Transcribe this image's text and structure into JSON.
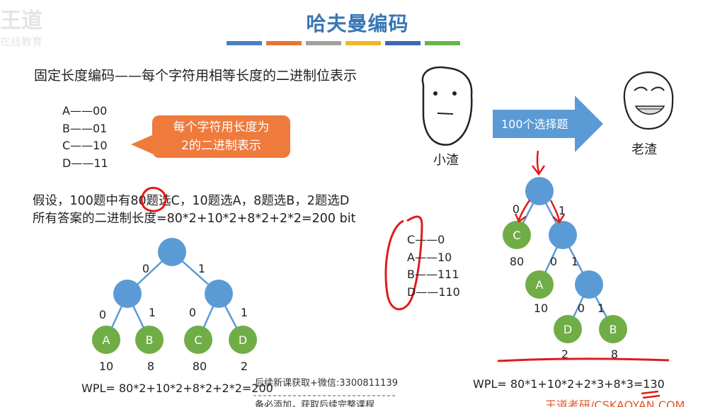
{
  "watermark": {
    "logo_text": "王道",
    "sub_text": "在线教育"
  },
  "title": "哈夫曼编码",
  "color_bars": [
    "#4a7fc1",
    "#e8752f",
    "#a0a0a0",
    "#f2b822",
    "#3f67b0",
    "#68b64a"
  ],
  "intro": "固定长度编码——每个字符用相等长度的二进制位表示",
  "fixed_codes": [
    "A——00",
    "B——01",
    "C——10",
    "D——11"
  ],
  "callout": {
    "line1": "每个字符用长度为",
    "line2": "2的二进制表示"
  },
  "assumption": "假设，100题中有80题选C，10题选A，8题选B，2题选D",
  "total_length": "所有答案的二进制长度=80*2+10*2+8*2+2*2=200 bit",
  "left_tree": {
    "edges": [
      "0",
      "1",
      "0",
      "1",
      "0",
      "1"
    ],
    "leaves": [
      {
        "label": "A",
        "weight": "10"
      },
      {
        "label": "B",
        "weight": "8"
      },
      {
        "label": "C",
        "weight": "80"
      },
      {
        "label": "D",
        "weight": "2"
      }
    ],
    "wpl": "WPL= 80*2+10*2+8*2+2*2=200"
  },
  "huffman_codes": [
    "C——0",
    "A——10",
    "B——111",
    "D——110"
  ],
  "characters": {
    "left_name": "小渣",
    "right_name": "老渣",
    "arrow_text": "100个选择题"
  },
  "right_tree": {
    "edges": [
      "0",
      "1",
      "0",
      "1",
      "0",
      "1"
    ],
    "leaves": [
      {
        "label": "C",
        "weight": "80"
      },
      {
        "label": "A",
        "weight": "10"
      },
      {
        "label": "D",
        "weight": "2"
      },
      {
        "label": "B",
        "weight": "8"
      }
    ],
    "wpl": "WPL= 80*1+10*2+2*3+8*3=130"
  },
  "footer": {
    "line1": "后续新课获取+微信:3300811139",
    "line2": "备必添加，获取后续完整课程"
  },
  "brand": "王道考研/CSKAOYAN.COM",
  "colors": {
    "node_blue": "#5b9bd5",
    "leaf_green": "#70ad47",
    "callout_orange": "#ee7a3c",
    "arrow_blue": "#5b9bd5",
    "annotation_red": "#e11b1b",
    "title_blue": "#3a76b5"
  }
}
